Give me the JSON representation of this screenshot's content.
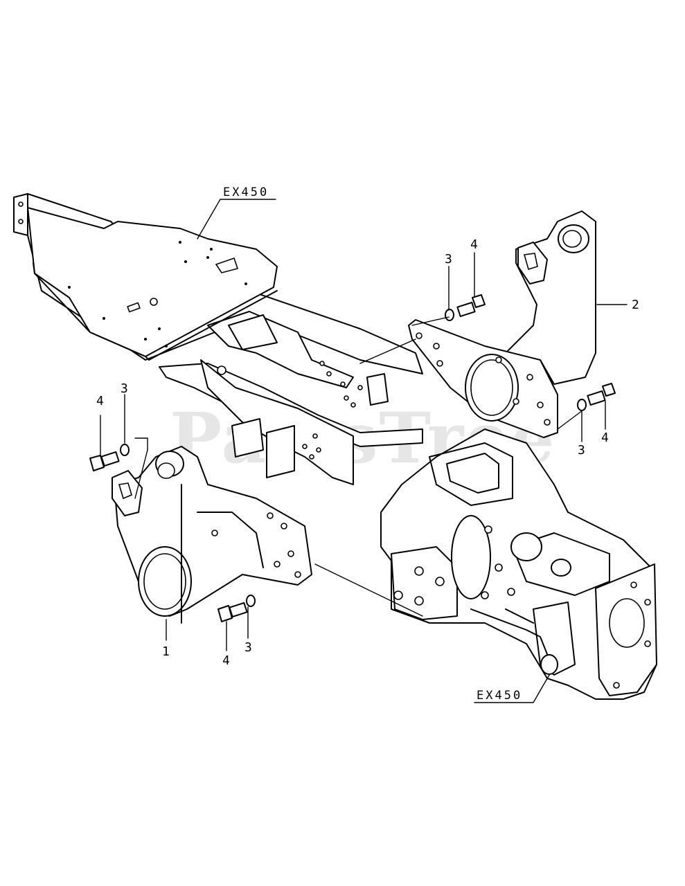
{
  "watermark": "PartsTree",
  "callouts": {
    "top": "EX450",
    "bottom": "EX450"
  },
  "part_labels": {
    "p1": "1",
    "p2": "2",
    "p3_left": "3",
    "p4_left": "4",
    "p3_top": "3",
    "p4_top": "4",
    "p3_right": "3",
    "p4_right": "4",
    "p3_bottom": "3",
    "p4_bottom": "4"
  }
}
